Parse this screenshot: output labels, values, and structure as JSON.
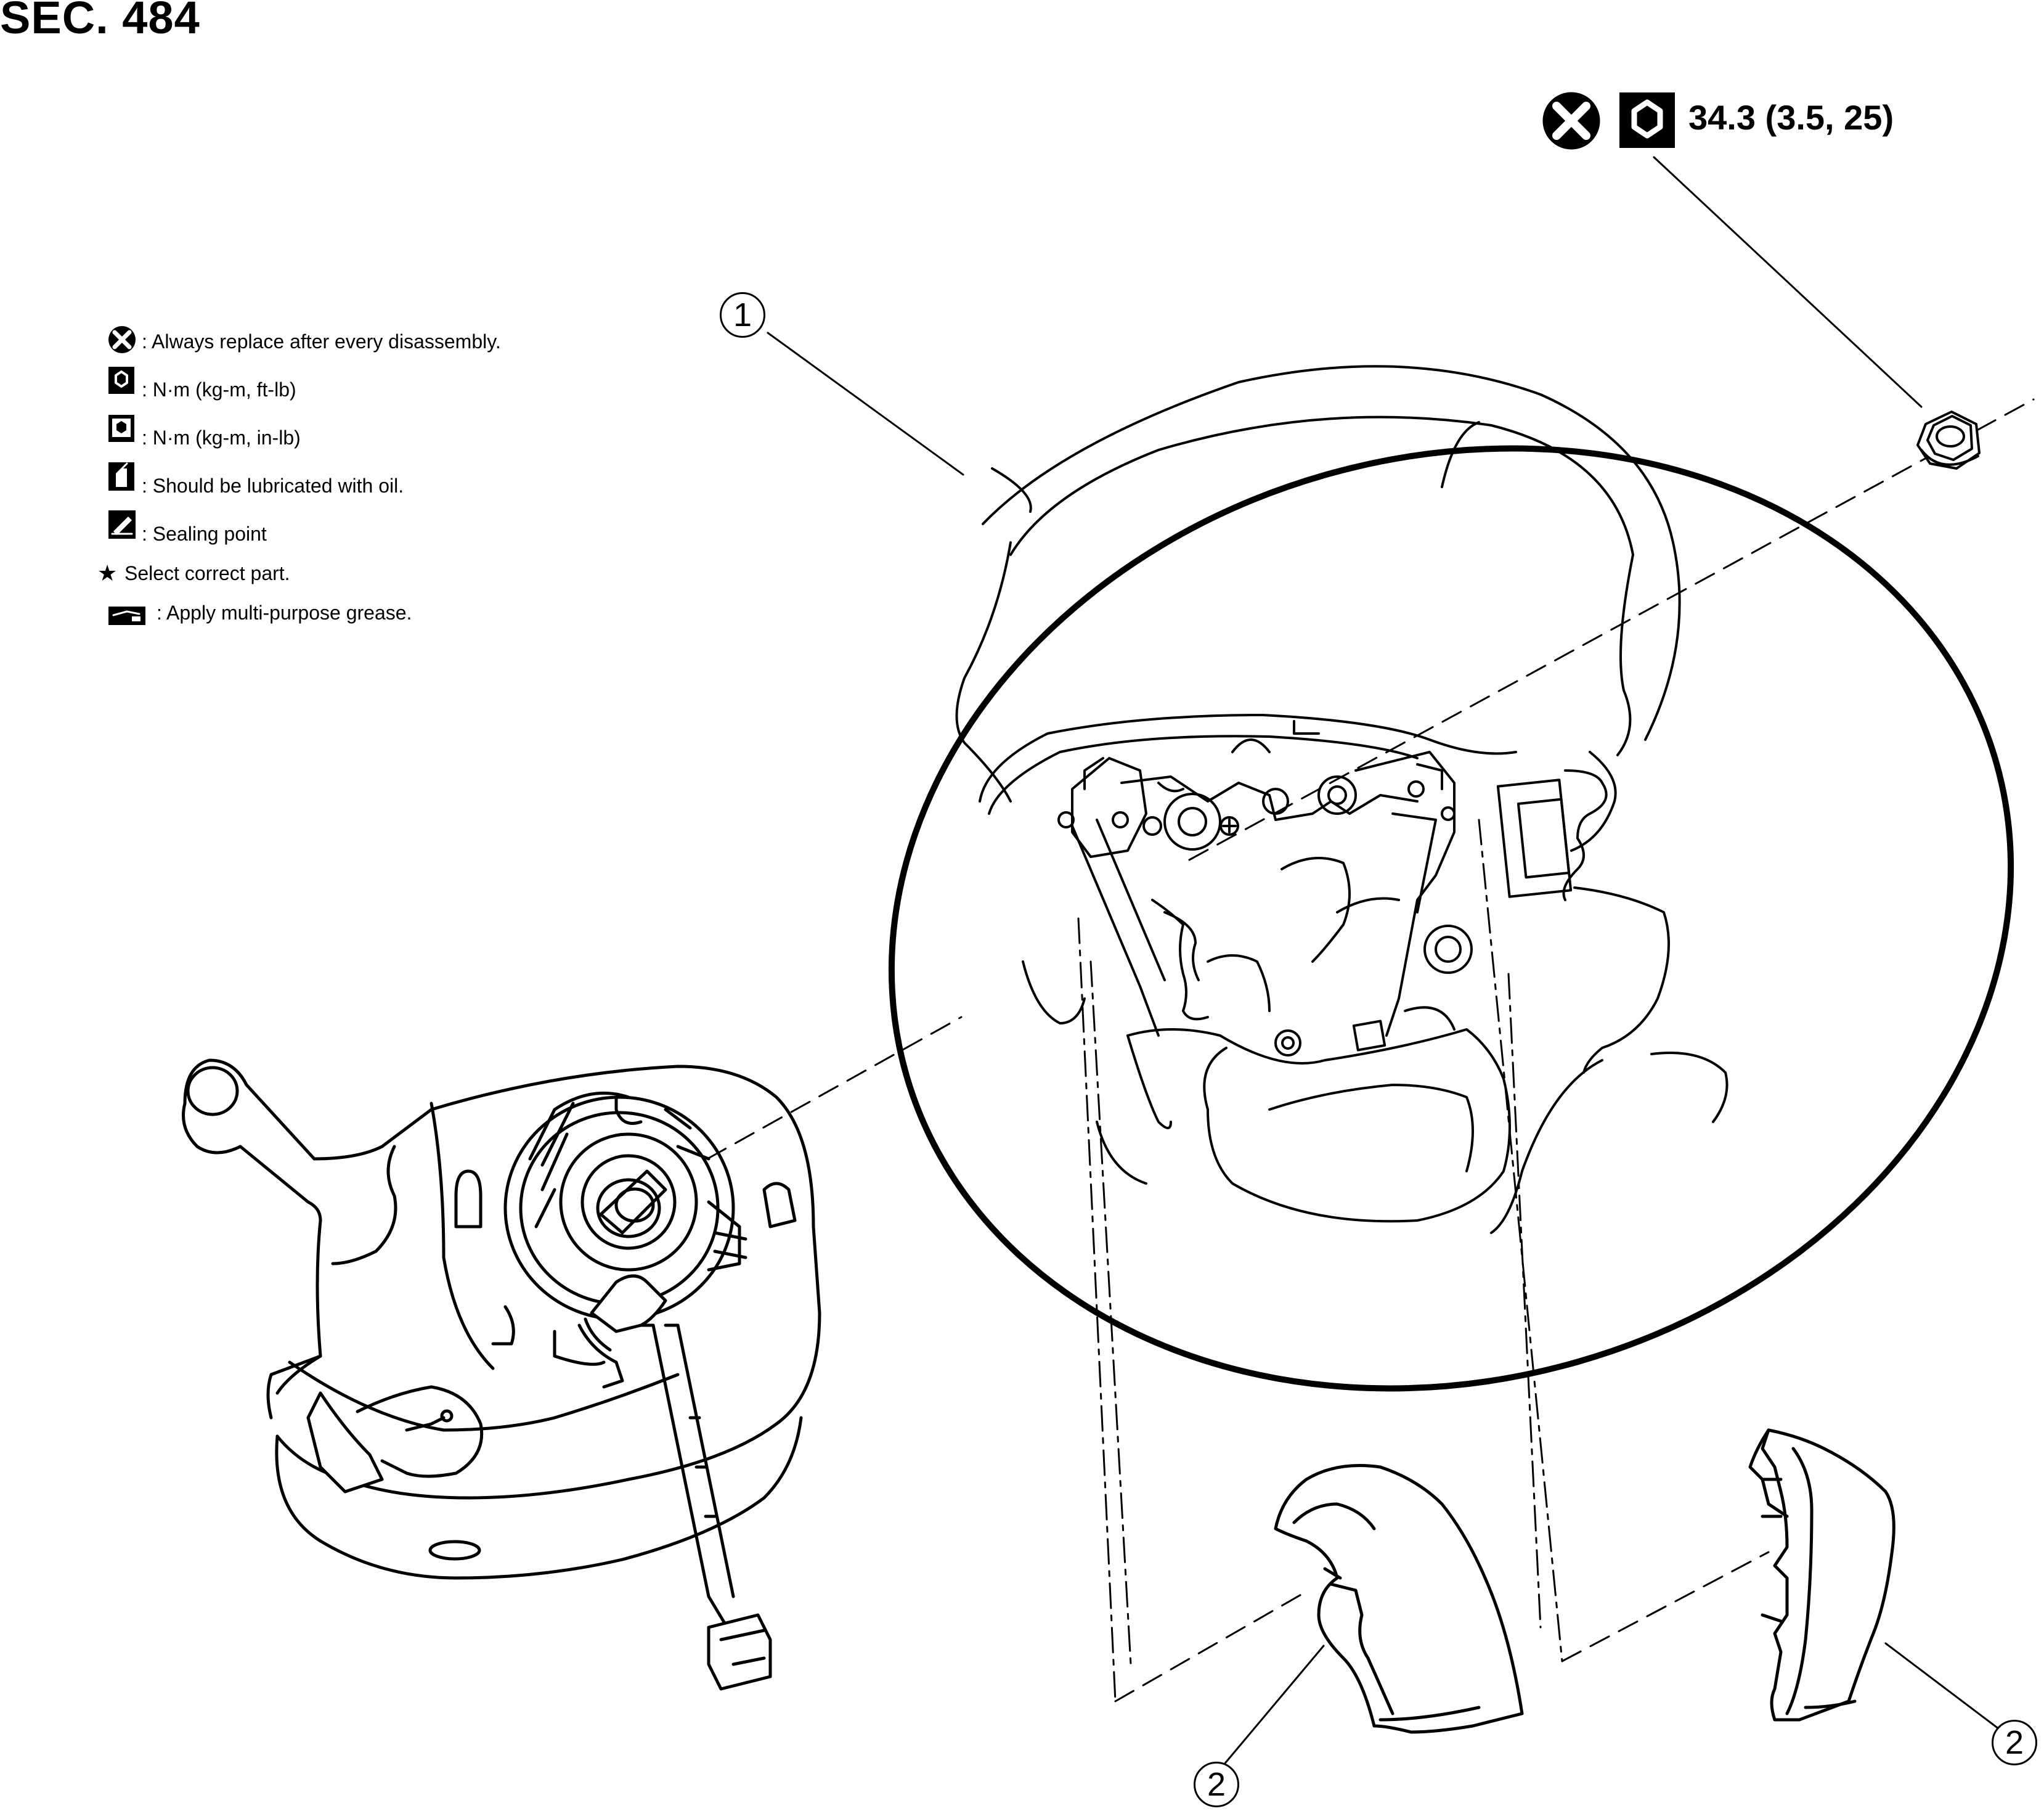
{
  "section": "SEC. 484",
  "torque_spec": "34.3 (3.5, 25)",
  "legend": [
    {
      "icon": "always-replace-icon",
      "text": ": Always replace after every disassembly."
    },
    {
      "icon": "torque-nm-ftlb-icon",
      "text": ": N·m (kg-m, ft-lb)"
    },
    {
      "icon": "torque-nm-inlb-icon",
      "text": ": N·m (kg-m, in-lb)"
    },
    {
      "icon": "oil-can-icon",
      "text": ": Should be lubricated with oil."
    },
    {
      "icon": "sealing-point-icon",
      "text": ": Sealing point"
    },
    {
      "icon": "star-icon",
      "text": "Select correct part."
    },
    {
      "icon": "grease-icon",
      "text": ": Apply multi-purpose grease."
    }
  ],
  "callouts": {
    "steering_wheel": "1",
    "cover_left": "2",
    "cover_right": "2"
  }
}
